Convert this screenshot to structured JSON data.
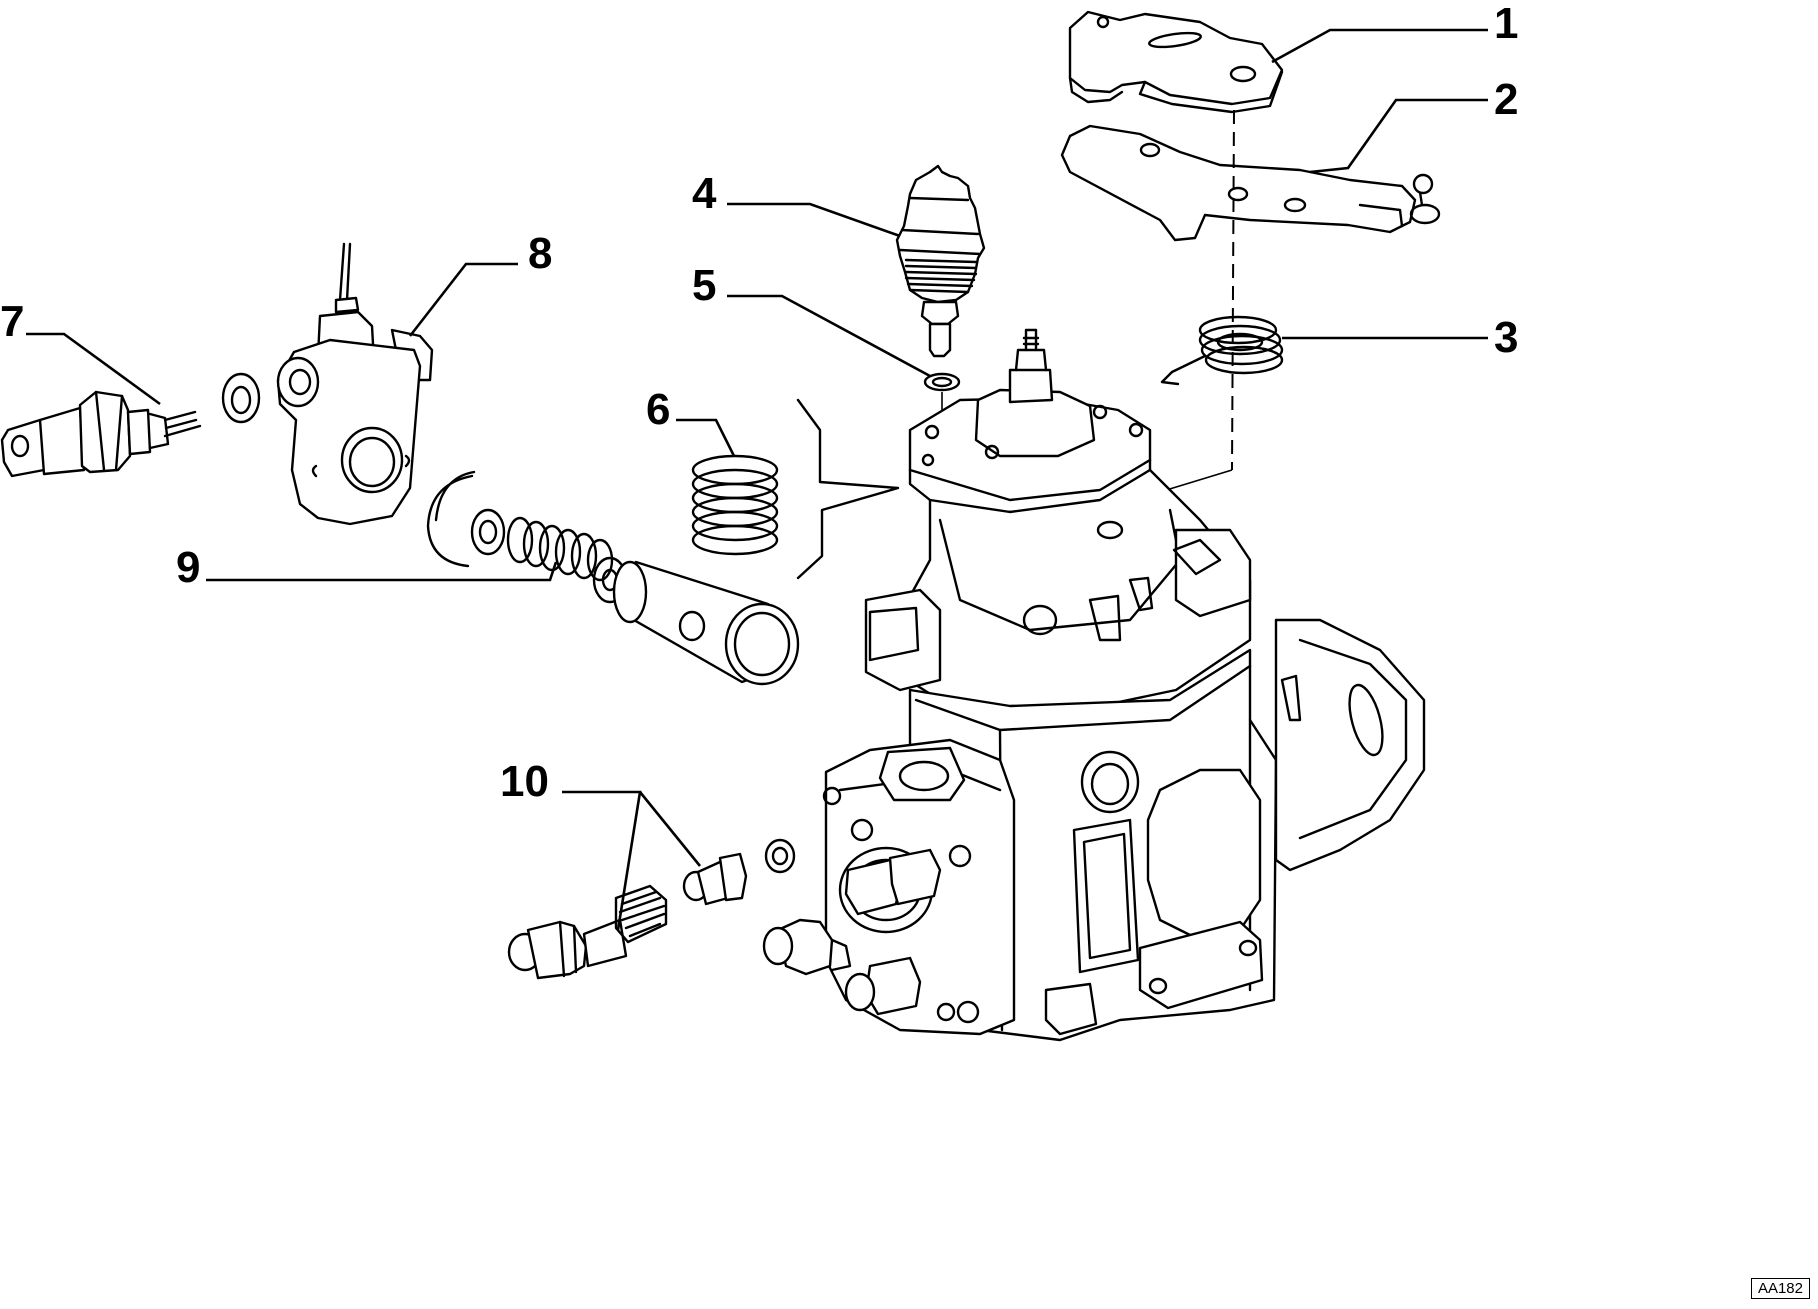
{
  "callouts": {
    "c1": "1",
    "c2": "2",
    "c3": "3",
    "c4": "4",
    "c5": "5",
    "c6": "6",
    "c7": "7",
    "c8": "8",
    "c9": "9",
    "c10": "10"
  },
  "reference_code": "AA182",
  "parts": [
    {
      "label": "1",
      "icon": "governor-cover-plate"
    },
    {
      "label": "2",
      "icon": "control-lever-plate"
    },
    {
      "label": "3",
      "icon": "torsion-spring"
    },
    {
      "label": "4",
      "icon": "solenoid-valve"
    },
    {
      "label": "5",
      "icon": "sealing-washer"
    },
    {
      "label": "6",
      "icon": "compression-spring"
    },
    {
      "label": "7",
      "icon": "temperature-sensor"
    },
    {
      "label": "8",
      "icon": "cold-start-bracket"
    },
    {
      "label": "9",
      "icon": "piston-spring-assembly"
    },
    {
      "label": "10",
      "icon": "banjo-bolt-fittings"
    }
  ]
}
